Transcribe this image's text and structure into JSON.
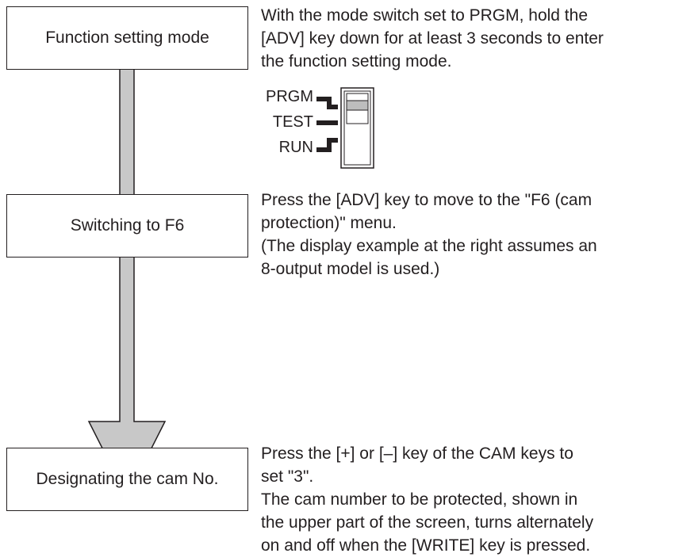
{
  "steps": [
    {
      "box_label": "Function setting mode",
      "description": [
        "With the mode switch set to PRGM, hold the",
        "[ADV] key down for at least 3 seconds to enter",
        "the function setting mode."
      ]
    },
    {
      "box_label": "Switching to F6",
      "description": [
        "Press the [ADV] key to move to the \"F6 (cam",
        "protection)\" menu.",
        "(The display example at the right assumes an",
        "8-output model is used.)"
      ]
    },
    {
      "box_label": "Designating the cam No.",
      "description": [
        "Press the [+] or [–] key of the CAM keys to",
        "set \"3\".",
        "The cam number to be protected, shown in",
        "the upper part of the screen, turns alternately",
        "on and off when the [WRITE] key is pressed."
      ]
    }
  ],
  "mode_switch": {
    "positions": [
      "PRGM",
      "TEST",
      "RUN"
    ],
    "selected": "PRGM"
  },
  "colors": {
    "arrow_fill": "#c8c8c8",
    "stroke": "#231f20",
    "switch_slider": "#bdbdbd"
  }
}
